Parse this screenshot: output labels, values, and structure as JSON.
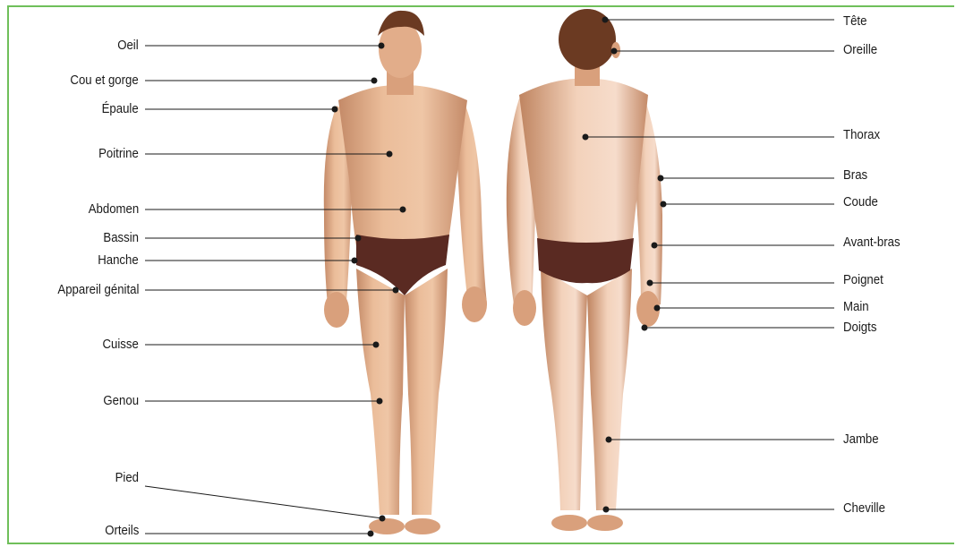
{
  "front_labels": [
    "Oeil",
    "Cou et gorge",
    "Épaule",
    "Poitrine",
    "Abdomen",
    "Bassin",
    "Hanche",
    "Appareil génital",
    "Cuisse",
    "Genou",
    "Pied",
    "Orteils"
  ],
  "back_labels": [
    "Tête",
    "Oreille",
    "Thorax",
    "Bras",
    "Coude",
    "Avant-bras",
    "Poignet",
    "Main",
    "Doigts",
    "Jambe",
    "Cheville"
  ],
  "colors": {
    "frame": "#6fbf5a",
    "skin": "#e8b894",
    "skin_shadow": "#c98d6b",
    "hair": "#6b3a22",
    "briefs": "#5a2a22",
    "leader_line": "#1a1a1a"
  }
}
